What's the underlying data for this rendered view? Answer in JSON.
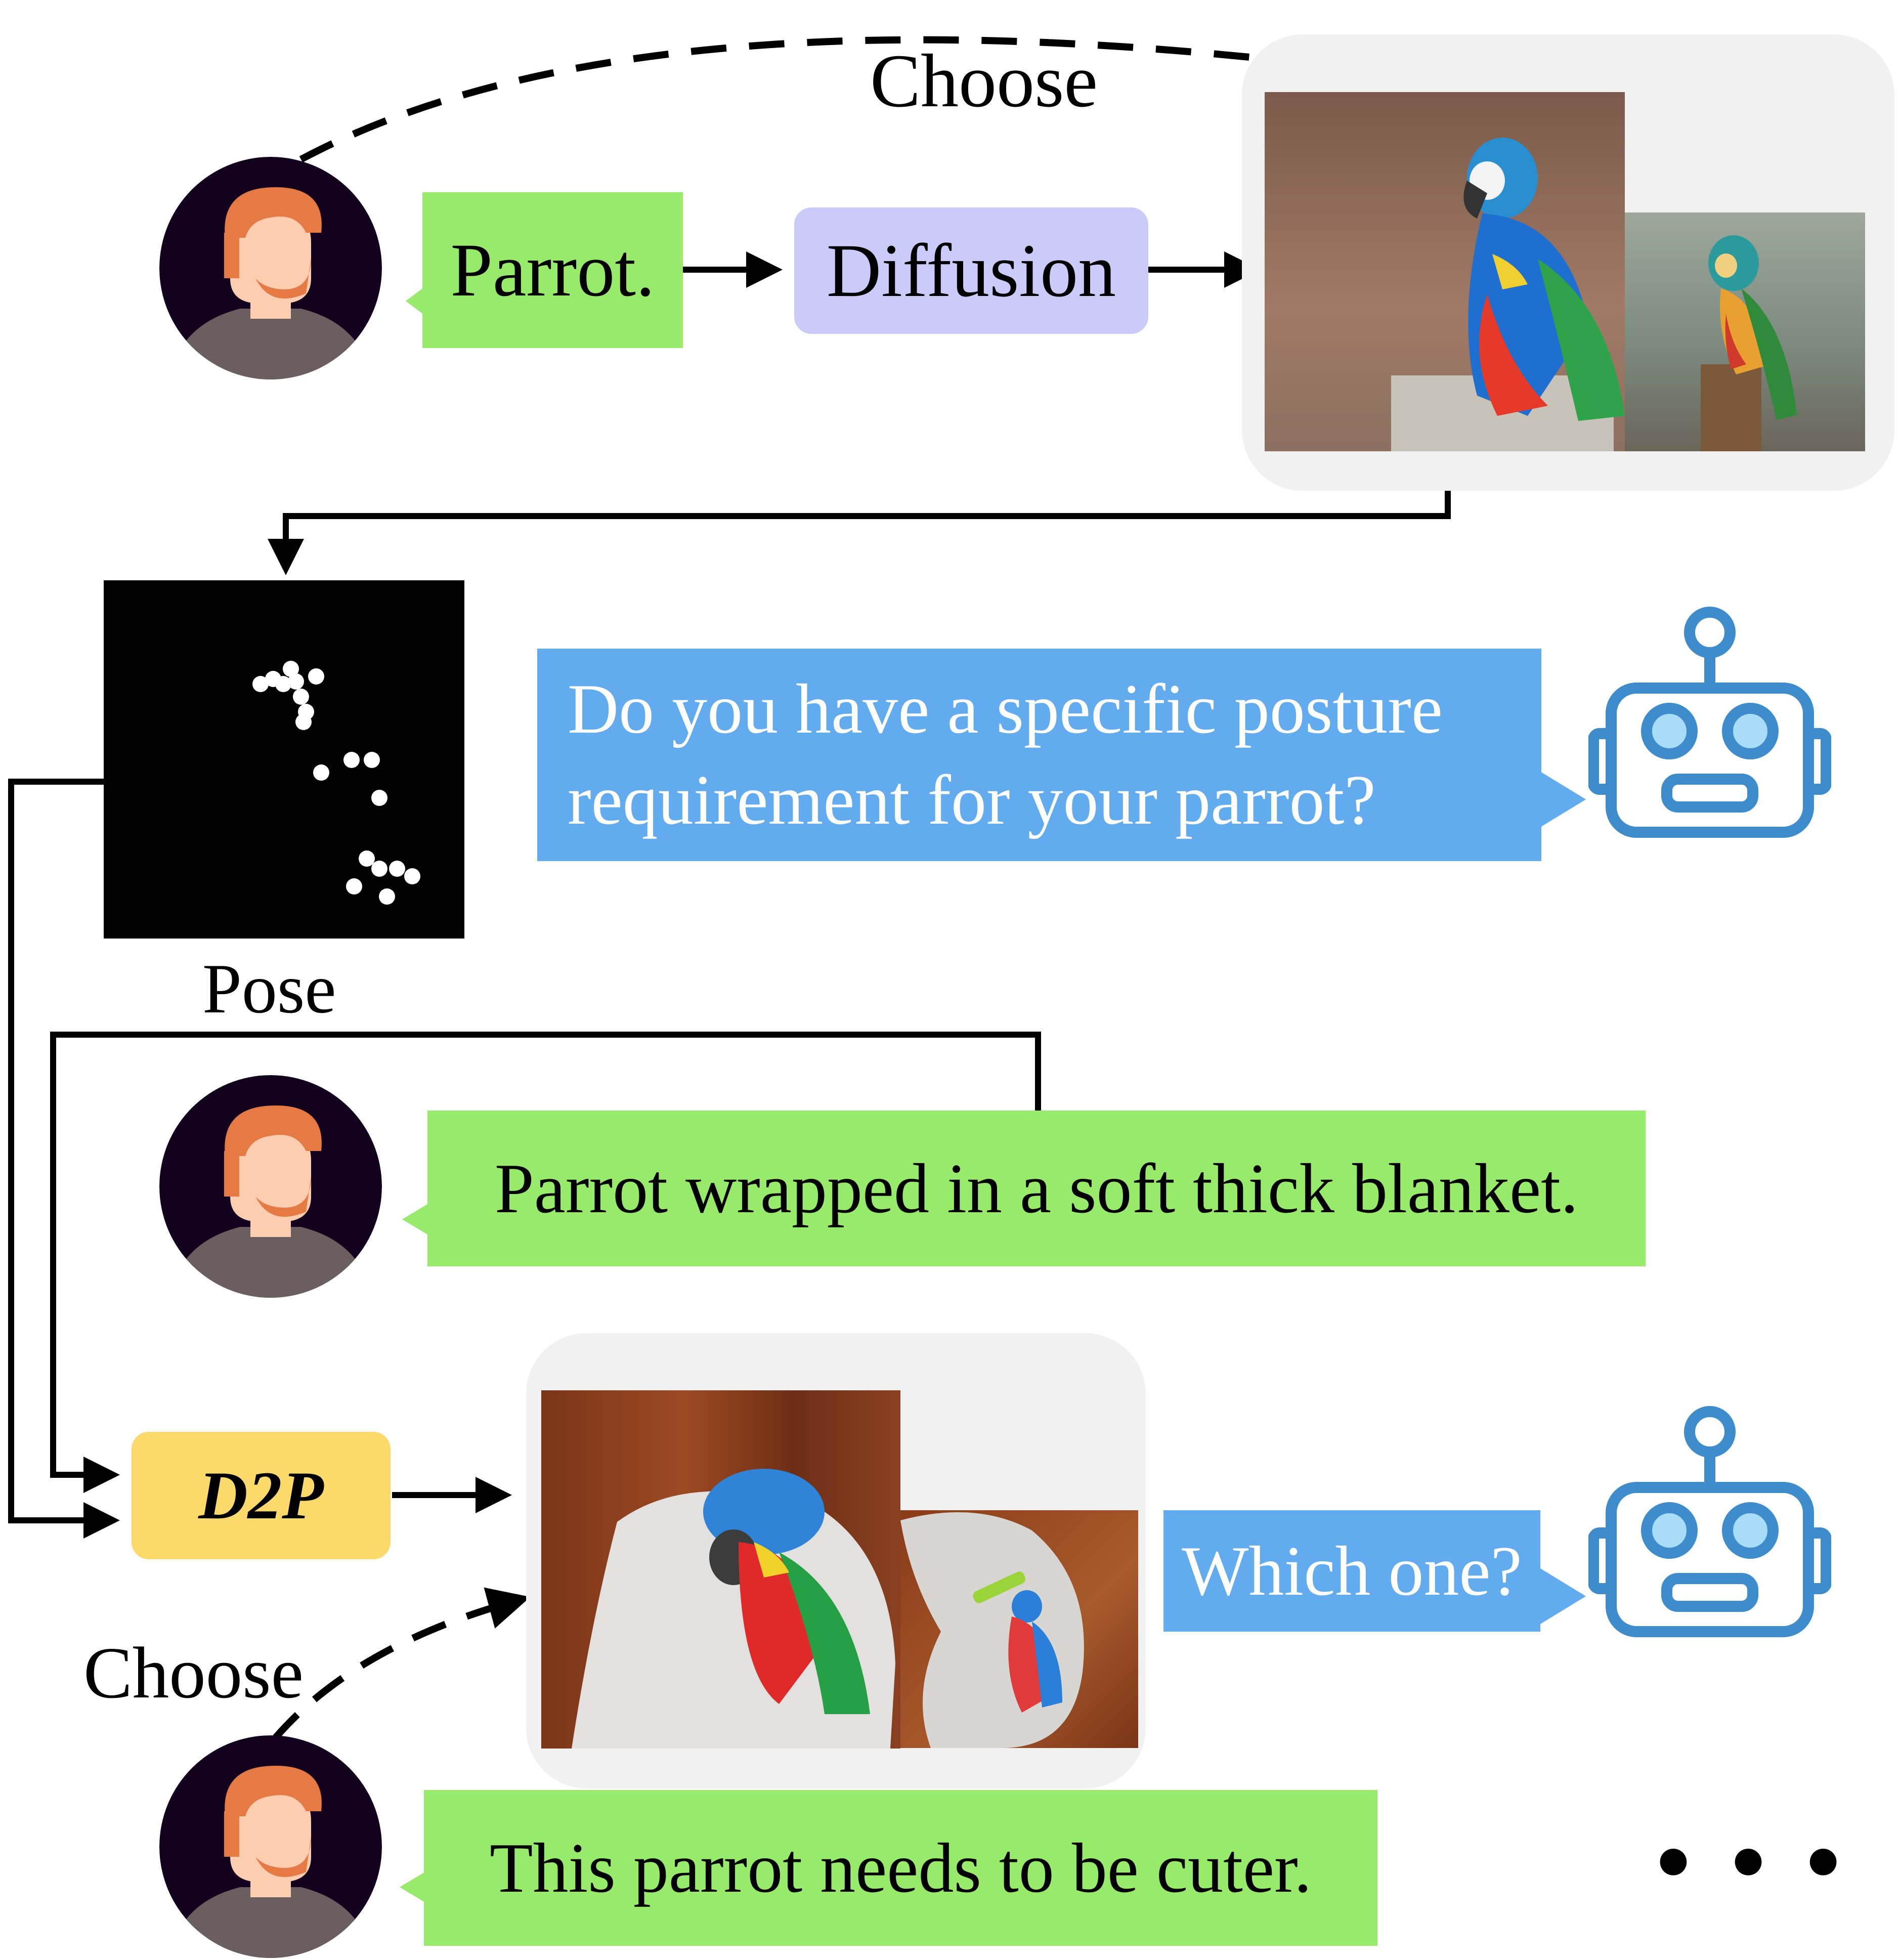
{
  "top": {
    "choose_label": "Choose",
    "prompt": "Parrot.",
    "model": "Diffusion"
  },
  "pose": {
    "label": "Pose"
  },
  "assistant_question": {
    "line1": "Do you have a specific posture",
    "line2": "requirement for your parrot?"
  },
  "user_refinement": {
    "text": "Parrot wrapped in a soft thick blanket."
  },
  "bottom": {
    "model": "D2P",
    "assistant_question": "Which one?",
    "choose_label": "Choose",
    "user_feedback": "This parrot needs to be cuter.",
    "continuation": "• • •"
  },
  "colors": {
    "user_bubble": "#97ea6a",
    "assistant_bubble": "#62abee",
    "diffusion_box": "#cbcbfa",
    "d2p_box": "#fcd96b",
    "panel": "#f1f1f1",
    "robot_icon": "#3e8ccb",
    "avatar_bg": "#13021d",
    "avatar_hair": "#e57a44",
    "avatar_skin": "#fccdb1",
    "avatar_shirt": "#6b5e5e"
  },
  "icons": {
    "user": "user-avatar-icon",
    "assistant": "robot-icon"
  }
}
